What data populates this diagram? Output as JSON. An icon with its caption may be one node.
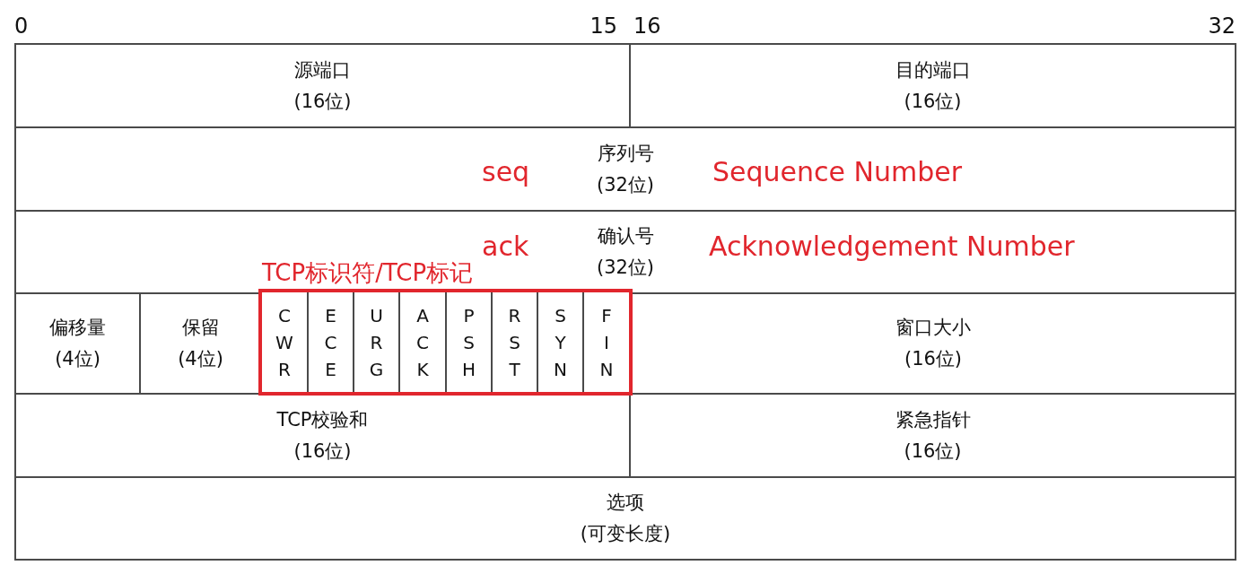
{
  "diagram": {
    "nodes": [
      {
        "text": [
          "源端口",
          "(16位)"
        ]
      },
      {
        "text": [
          "目的端口",
          "(16位)"
        ]
      },
      {
        "text": [
          "序列号",
          "(32位)",
          "seq",
          "Sequence Number"
        ]
      },
      {
        "text": [
          "确认号",
          "(32位)",
          "ack",
          "Acknowledgement Number"
        ]
      },
      {
        "text": [
          "偏移量",
          "(4位)"
        ]
      },
      {
        "text": [
          "保留",
          "(4位)"
        ]
      },
      {
        "text": [],
        "shape": "box"
      },
      {
        "text": [
          "CWR"
        ],
        "in": 6
      },
      {
        "text": [
          "ECE"
        ],
        "in": 6
      },
      {
        "text": [
          "URG"
        ],
        "in": 6
      },
      {
        "text": [
          "ACK"
        ],
        "in": 6
      },
      {
        "text": [
          "PSH"
        ],
        "in": 6
      },
      {
        "text": [
          "RST"
        ],
        "in": 6
      },
      {
        "text": [
          "SYN"
        ],
        "in": 6
      },
      {
        "text": [
          "FIN"
        ],
        "in": 6
      },
      {
        "text": [
          "窗口大小",
          "(16位)"
        ]
      },
      {
        "text": [
          "TCP校验和",
          "(16位)"
        ]
      },
      {
        "text": [
          "紧急指针",
          "(16位)"
        ]
      },
      {
        "text": [
          "选项",
          "(可变长度)"
        ]
      }
    ],
    "labels": [
      "0",
      "15",
      "16",
      "32",
      "TCP标识符/TCP标记"
    ]
  }
}
